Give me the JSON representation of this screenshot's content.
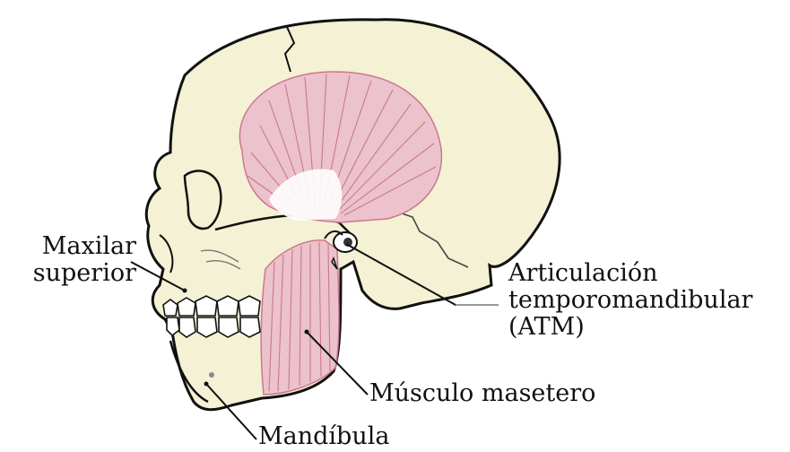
{
  "labels": {
    "maxilar": [
      "Maxilar",
      "superior"
    ],
    "atm": [
      "Articulación",
      "temporomandibular",
      "(ATM)"
    ],
    "masetero": "Músculo masetero",
    "mandibula": "Mandíbula"
  },
  "colors": {
    "bone_fill": "#f4f1d4",
    "outline": "#111111",
    "muscle_fill": "#ecc2cc",
    "muscle_fiber": "#c9798c",
    "tendon": "#ffffff",
    "leader_line": "#111111",
    "atm_leader_line": "#999999"
  }
}
